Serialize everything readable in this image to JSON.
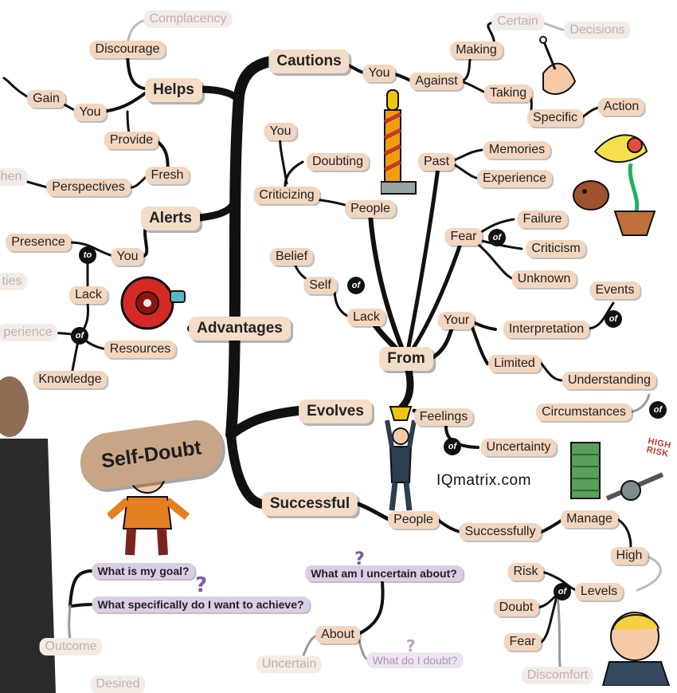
{
  "center": "Self-Doubt",
  "brand": "IQmatrix.com",
  "sign_text": [
    "HIGH",
    "RISK"
  ],
  "colors": {
    "branch": "#111111",
    "node": "#f2d6bf",
    "question": "#dccde6",
    "faded": "#f4ece6"
  },
  "nodes": [
    {
      "id": "complacency",
      "text": "Complacency",
      "kind": "faded"
    },
    {
      "id": "discourage",
      "text": "Discourage",
      "kind": "normal"
    },
    {
      "id": "helps",
      "text": "Helps",
      "kind": "major"
    },
    {
      "id": "gain",
      "text": "Gain",
      "kind": "normal"
    },
    {
      "id": "you-helps",
      "text": "You",
      "kind": "normal"
    },
    {
      "id": "provide",
      "text": "Provide",
      "kind": "normal"
    },
    {
      "id": "fresh",
      "text": "Fresh",
      "kind": "normal"
    },
    {
      "id": "perspectives",
      "text": "Perspectives",
      "kind": "normal"
    },
    {
      "id": "when",
      "text": "hen",
      "kind": "faded"
    },
    {
      "id": "alerts",
      "text": "Alerts",
      "kind": "major"
    },
    {
      "id": "presence",
      "text": "Presence",
      "kind": "normal"
    },
    {
      "id": "you-alerts",
      "text": "You",
      "kind": "normal"
    },
    {
      "id": "ties",
      "text": "ties",
      "kind": "faded"
    },
    {
      "id": "lack-left",
      "text": "Lack",
      "kind": "normal"
    },
    {
      "id": "experience-left",
      "text": "perience",
      "kind": "faded"
    },
    {
      "id": "resources",
      "text": "Resources",
      "kind": "normal"
    },
    {
      "id": "knowledge",
      "text": "Knowledge",
      "kind": "normal"
    },
    {
      "id": "advantages",
      "text": "Advantages",
      "kind": "major"
    },
    {
      "id": "cautions",
      "text": "Cautions",
      "kind": "major"
    },
    {
      "id": "you-cautions",
      "text": "You",
      "kind": "normal"
    },
    {
      "id": "against",
      "text": "Against",
      "kind": "normal"
    },
    {
      "id": "making",
      "text": "Making",
      "kind": "normal"
    },
    {
      "id": "certain",
      "text": "Certain",
      "kind": "faded"
    },
    {
      "id": "decisions",
      "text": "Decisions",
      "kind": "faded"
    },
    {
      "id": "taking",
      "text": "Taking",
      "kind": "normal"
    },
    {
      "id": "specific",
      "text": "Specific",
      "kind": "normal"
    },
    {
      "id": "action",
      "text": "Action",
      "kind": "normal"
    },
    {
      "id": "you-from",
      "text": "You",
      "kind": "normal"
    },
    {
      "id": "doubting",
      "text": "Doubting",
      "kind": "normal"
    },
    {
      "id": "criticizing",
      "text": "Criticizing",
      "kind": "normal"
    },
    {
      "id": "people-from",
      "text": "People",
      "kind": "normal"
    },
    {
      "id": "past",
      "text": "Past",
      "kind": "normal"
    },
    {
      "id": "memories",
      "text": "Memories",
      "kind": "normal"
    },
    {
      "id": "experience",
      "text": "Experience",
      "kind": "normal"
    },
    {
      "id": "fear",
      "text": "Fear",
      "kind": "normal"
    },
    {
      "id": "failure",
      "text": "Failure",
      "kind": "normal"
    },
    {
      "id": "criticism",
      "text": "Criticism",
      "kind": "normal"
    },
    {
      "id": "unknown",
      "text": "Unknown",
      "kind": "normal"
    },
    {
      "id": "belief",
      "text": "Belief",
      "kind": "normal"
    },
    {
      "id": "self",
      "text": "Self",
      "kind": "normal"
    },
    {
      "id": "lack-from",
      "text": "Lack",
      "kind": "normal"
    },
    {
      "id": "your",
      "text": "Your",
      "kind": "normal"
    },
    {
      "id": "interpretation",
      "text": "Interpretation",
      "kind": "normal"
    },
    {
      "id": "events",
      "text": "Events",
      "kind": "normal"
    },
    {
      "id": "from",
      "text": "From",
      "kind": "major"
    },
    {
      "id": "limited",
      "text": "Limited",
      "kind": "normal"
    },
    {
      "id": "understanding",
      "text": "Understanding",
      "kind": "normal"
    },
    {
      "id": "circumstances",
      "text": "Circumstances",
      "kind": "normal"
    },
    {
      "id": "evolves",
      "text": "Evolves",
      "kind": "major"
    },
    {
      "id": "feelings",
      "text": "Feelings",
      "kind": "normal"
    },
    {
      "id": "uncertainty",
      "text": "Uncertainty",
      "kind": "normal"
    },
    {
      "id": "successful",
      "text": "Successful",
      "kind": "major"
    },
    {
      "id": "people-successful",
      "text": "People",
      "kind": "normal"
    },
    {
      "id": "successfully",
      "text": "Successfully",
      "kind": "normal"
    },
    {
      "id": "manage",
      "text": "Manage",
      "kind": "normal"
    },
    {
      "id": "high",
      "text": "High",
      "kind": "normal"
    },
    {
      "id": "risk",
      "text": "Risk",
      "kind": "normal"
    },
    {
      "id": "doubt",
      "text": "Doubt",
      "kind": "normal"
    },
    {
      "id": "levels",
      "text": "Levels",
      "kind": "normal"
    },
    {
      "id": "fear-low",
      "text": "Fear",
      "kind": "normal"
    },
    {
      "id": "discomfort",
      "text": "Discomfort",
      "kind": "faded"
    },
    {
      "id": "q-goal",
      "text": "What is my goal?",
      "kind": "q"
    },
    {
      "id": "q-achieve",
      "text": "What specifically do I want to achieve?",
      "kind": "q"
    },
    {
      "id": "q-uncertain",
      "text": "What am I uncertain about?",
      "kind": "q"
    },
    {
      "id": "about",
      "text": "About",
      "kind": "normal"
    },
    {
      "id": "q-doubt",
      "text": "What do I doubt?",
      "kind": "qfaded"
    },
    {
      "id": "uncertain",
      "text": "Uncertain",
      "kind": "faded"
    },
    {
      "id": "outcome",
      "text": "Outcome",
      "kind": "faded"
    },
    {
      "id": "desired",
      "text": "Desired",
      "kind": "faded"
    }
  ],
  "connectors": [
    {
      "id": "to",
      "text": "to"
    },
    {
      "id": "of-resources",
      "text": "of"
    },
    {
      "id": "of-fear",
      "text": "of"
    },
    {
      "id": "of-self",
      "text": "of"
    },
    {
      "id": "of-events",
      "text": "of"
    },
    {
      "id": "of-circumstances",
      "text": "of"
    },
    {
      "id": "of-uncertainty",
      "text": "of"
    },
    {
      "id": "of-levels",
      "text": "of"
    }
  ]
}
